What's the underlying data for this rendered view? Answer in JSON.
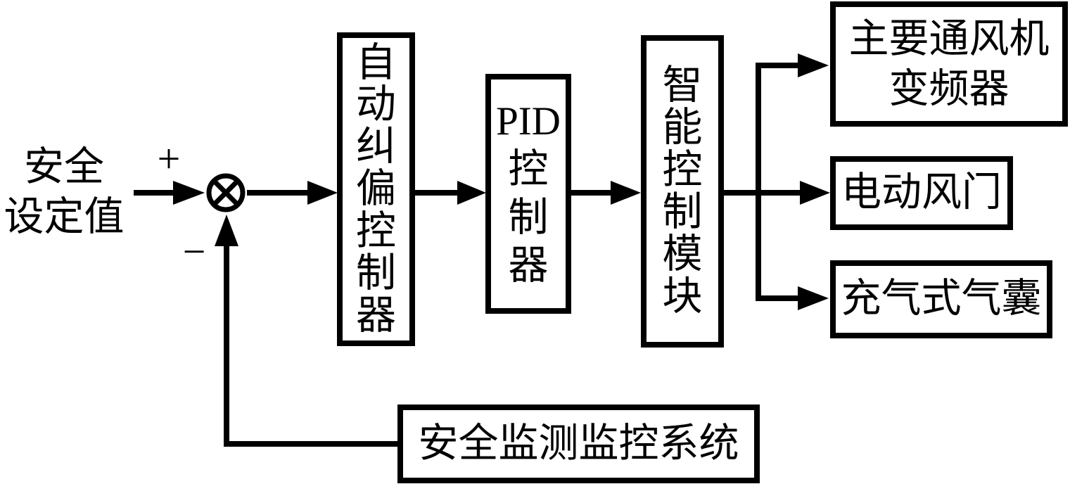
{
  "diagram": {
    "title_semantic": "mine-ventilation-safety-control-block-diagram",
    "source_label": "安全\n设定值",
    "plus_sign": "+",
    "minus_sign": "−",
    "sum_junction_icon": "circle-with-cross",
    "blocks": {
      "corrector": "自\n动\n纠\n偏\n控\n制\n器",
      "pid": "PID\n控\n制\n器",
      "intelligent_module": "智\n能\n控\n制\n模\n块",
      "fan_inverter": "主要通风机\n变频器",
      "electric_damper": "电动风门",
      "inflatable_airbag": "充气式气囊",
      "monitoring_system": "安全监测监控系统"
    },
    "colors": {
      "line": "#000000",
      "background": "#ffffff"
    }
  }
}
